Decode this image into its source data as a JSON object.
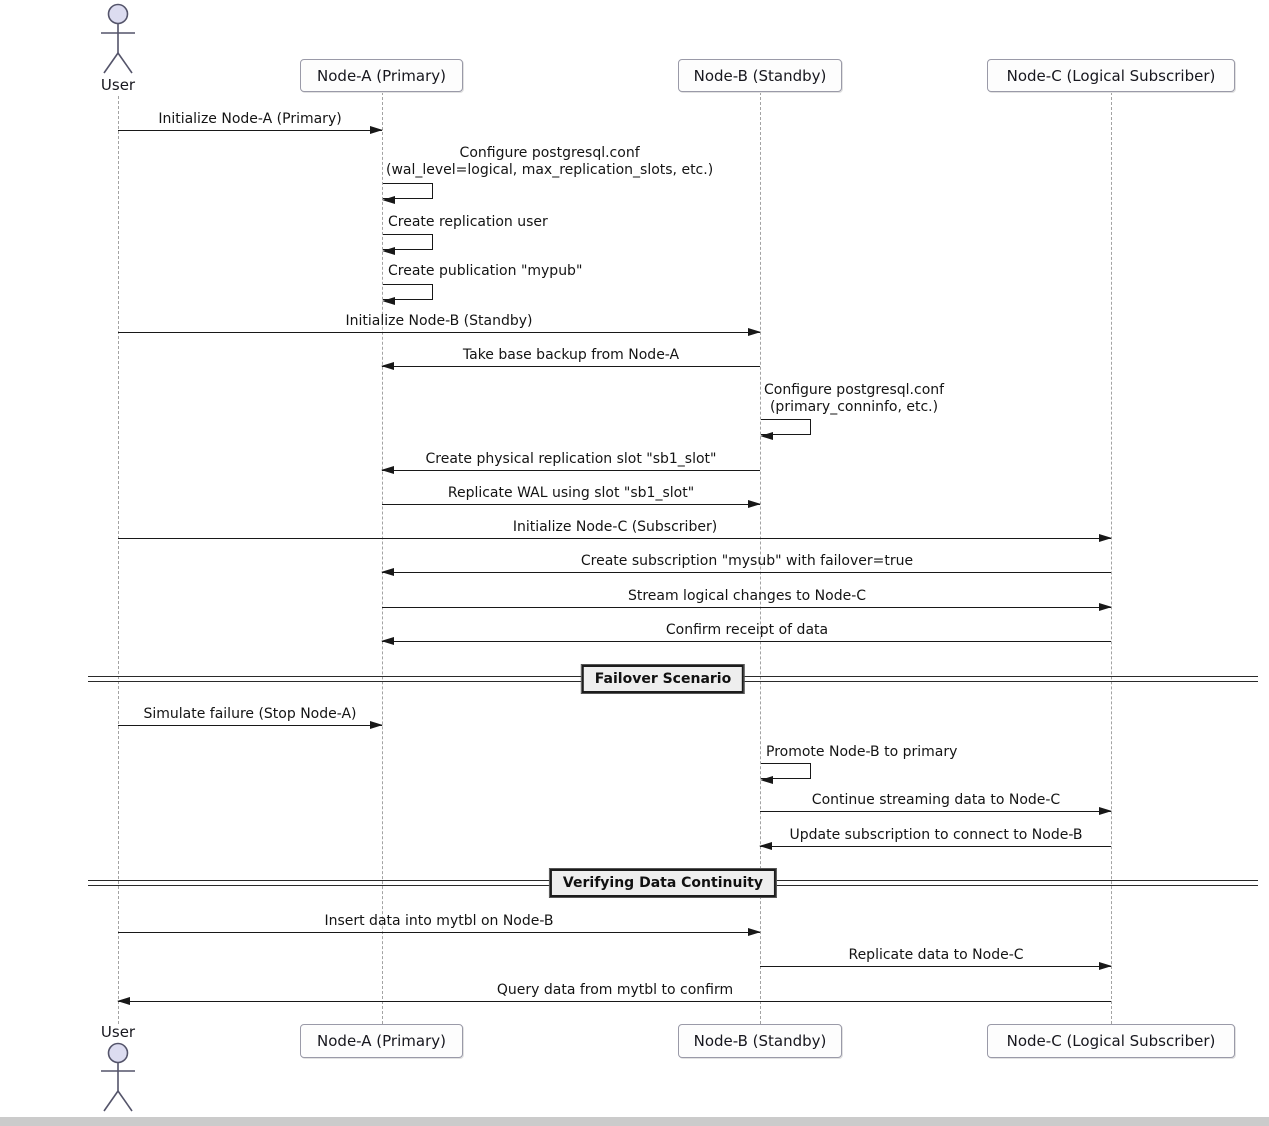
{
  "diagram": {
    "type": "sequence",
    "participants": [
      {
        "label": "User",
        "type": "actor"
      },
      {
        "label": "Node-A (Primary)",
        "type": "participant"
      },
      {
        "label": "Node-B (Standby)",
        "type": "participant"
      },
      {
        "label": "Node-C (Logical Subscriber)",
        "type": "participant"
      }
    ],
    "messages": [
      {
        "from": "User",
        "to": "Node-A (Primary)",
        "label": "Initialize Node-A (Primary)",
        "kind": "arrow"
      },
      {
        "from": "Node-A (Primary)",
        "to": "Node-A (Primary)",
        "label": "Configure postgresql.conf",
        "label2": "(wal_level=logical, max_replication_slots, etc.)",
        "kind": "self"
      },
      {
        "from": "Node-A (Primary)",
        "to": "Node-A (Primary)",
        "label": "Create replication user",
        "kind": "self"
      },
      {
        "from": "Node-A (Primary)",
        "to": "Node-A (Primary)",
        "label": "Create publication \"mypub\"",
        "kind": "self"
      },
      {
        "from": "User",
        "to": "Node-B (Standby)",
        "label": "Initialize Node-B (Standby)",
        "kind": "arrow"
      },
      {
        "from": "Node-B (Standby)",
        "to": "Node-A (Primary)",
        "label": "Take base backup from Node-A",
        "kind": "arrow"
      },
      {
        "from": "Node-B (Standby)",
        "to": "Node-B (Standby)",
        "label": "Configure postgresql.conf",
        "label2": "(primary_conninfo, etc.)",
        "kind": "self"
      },
      {
        "from": "Node-B (Standby)",
        "to": "Node-A (Primary)",
        "label": "Create physical replication slot \"sb1_slot\"",
        "kind": "arrow"
      },
      {
        "from": "Node-A (Primary)",
        "to": "Node-B (Standby)",
        "label": "Replicate WAL using slot \"sb1_slot\"",
        "kind": "arrow"
      },
      {
        "from": "User",
        "to": "Node-C (Logical Subscriber)",
        "label": "Initialize Node-C (Subscriber)",
        "kind": "arrow"
      },
      {
        "from": "Node-C (Logical Subscriber)",
        "to": "Node-A (Primary)",
        "label": "Create subscription \"mysub\" with failover=true",
        "kind": "arrow"
      },
      {
        "from": "Node-A (Primary)",
        "to": "Node-C (Logical Subscriber)",
        "label": "Stream logical changes to Node-C",
        "kind": "arrow"
      },
      {
        "from": "Node-C (Logical Subscriber)",
        "to": "Node-A (Primary)",
        "label": "Confirm receipt of data",
        "kind": "arrow"
      },
      {
        "from": "User",
        "to": "Node-A (Primary)",
        "label": "Simulate failure (Stop Node-A)",
        "kind": "arrow"
      },
      {
        "from": "Node-B (Standby)",
        "to": "Node-B (Standby)",
        "label": "Promote Node-B to primary",
        "kind": "self"
      },
      {
        "from": "Node-B (Standby)",
        "to": "Node-C (Logical Subscriber)",
        "label": "Continue streaming data to Node-C",
        "kind": "arrow"
      },
      {
        "from": "Node-C (Logical Subscriber)",
        "to": "Node-B (Standby)",
        "label": "Update subscription to connect to Node-B",
        "kind": "arrow"
      },
      {
        "from": "User",
        "to": "Node-B (Standby)",
        "label": "Insert data into mytbl on Node-B",
        "kind": "arrow"
      },
      {
        "from": "Node-B (Standby)",
        "to": "Node-C (Logical Subscriber)",
        "label": "Replicate data to Node-C",
        "kind": "arrow"
      },
      {
        "from": "Node-C (Logical Subscriber)",
        "to": "User",
        "label": "Query data from mytbl to confirm",
        "kind": "arrow"
      }
    ],
    "dividers": [
      {
        "label": "Failover Scenario"
      },
      {
        "label": "Verifying Data Continuity"
      }
    ],
    "colors": {
      "message_line": "#181818",
      "lifeline": "#a3a3a3",
      "actor_head_fill": "#dcdcf0",
      "participant_fill": "#fdfdfd",
      "participant_border": "#9a9aa8",
      "divider_fill": "#eeeeee",
      "background": "#ffffff",
      "bottom_bar": "#cbcbcb"
    }
  }
}
